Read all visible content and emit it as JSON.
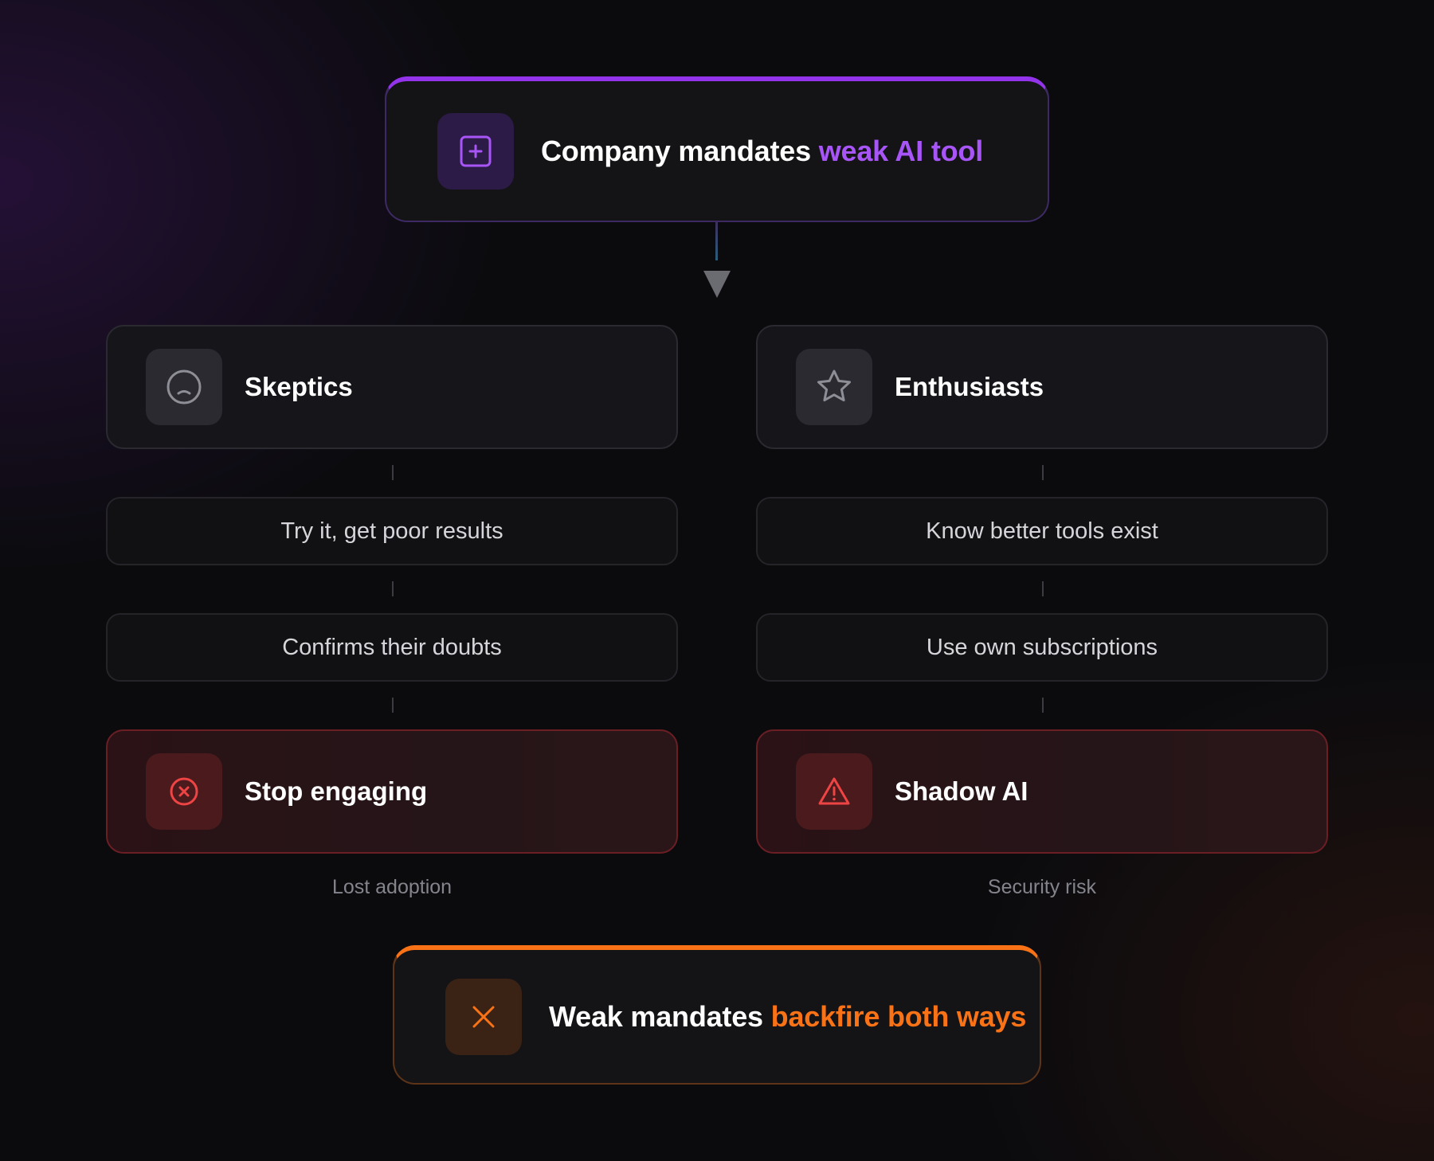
{
  "top": {
    "title_prefix": "Company mandates ",
    "title_accent": "weak AI tool",
    "icon": "plus-square-icon",
    "accent_color": "#9333ea"
  },
  "left": {
    "header": "Skeptics",
    "header_icon": "frown-icon",
    "steps": [
      "Try it, get poor results",
      "Confirms their doubts"
    ],
    "outcome": "Stop engaging",
    "outcome_icon": "x-circle-icon",
    "caption": "Lost adoption"
  },
  "right": {
    "header": "Enthusiasts",
    "header_icon": "star-icon",
    "steps": [
      "Know better tools exist",
      "Use own subscriptions"
    ],
    "outcome": "Shadow AI",
    "outcome_icon": "warning-triangle-icon",
    "caption": "Security risk"
  },
  "bottom": {
    "title_prefix": "Weak mandates ",
    "title_accent": "backfire both ways",
    "icon": "x-icon",
    "accent_color": "#f97316"
  },
  "colors": {
    "danger": "#ef4444",
    "neutral_icon": "#8e8e96"
  }
}
